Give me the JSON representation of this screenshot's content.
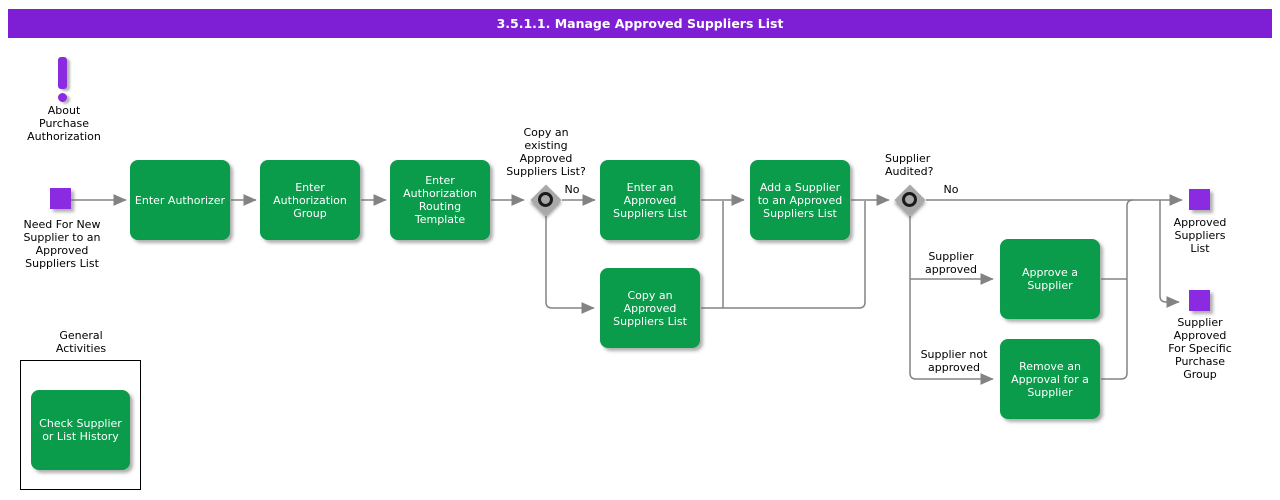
{
  "header": {
    "title": "3.5.1.1. Manage Approved Suppliers List"
  },
  "colors": {
    "header_bg": "#7E1FD6",
    "event_purple": "#8A2BE2",
    "task_green": "#0A9B4B",
    "connector_gray": "#838383",
    "decision_gray": "#A9A9A9"
  },
  "about": {
    "label": "About\nPurchase\nAuthorization"
  },
  "start_event": {
    "label": "Need For New\nSupplier to an\nApproved\nSuppliers List"
  },
  "tasks": {
    "enter_authorizer": "Enter Authorizer",
    "enter_authorization_group": "Enter\nAuthorization\nGroup",
    "enter_authorization_routing_template": "Enter\nAuthorization\nRouting\nTemplate",
    "enter_an_approved_suppliers_list": "Enter an\nApproved\nSuppliers List",
    "add_a_supplier_to_an_approved_suppliers_list": "Add a Supplier\nto an Approved\nSuppliers List",
    "copy_an_approved_suppliers_list": "Copy an\nApproved\nSuppliers List",
    "approve_a_supplier": "Approve a\nSupplier",
    "remove_an_approval_for_a_supplier": "Remove an\nApproval for a\nSupplier",
    "check_supplier_or_list_history": "Check Supplier\nor List History"
  },
  "decisions": {
    "copy_existing": {
      "question": "Copy an\nexisting\nApproved\nSuppliers List?",
      "no_label": "No"
    },
    "supplier_audited": {
      "question": "Supplier\nAudited?",
      "no_label": "No",
      "approved_label": "Supplier\napproved",
      "not_approved_label": "Supplier not\napproved"
    }
  },
  "end_events": {
    "approved_suppliers_list": "Approved\nSuppliers\nList",
    "supplier_approved_for_specific_purchase_group": "Supplier\nApproved\nFor Specific\nPurchase\nGroup"
  },
  "general_activities": {
    "title": "General\nActivities"
  }
}
